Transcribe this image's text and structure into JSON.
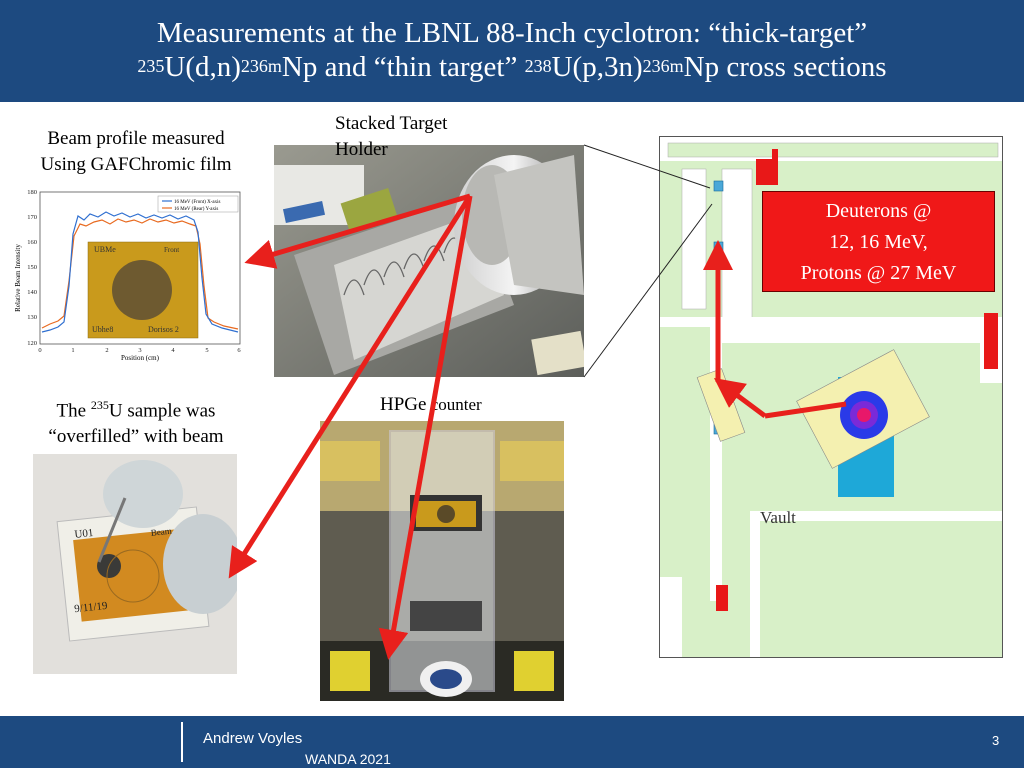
{
  "slide": {
    "title_line1": "Measurements at the LBNL 88-Inch cyclotron: “thick-target”",
    "title_l2_a": "235",
    "title_l2_b": "U(d,n)",
    "title_l2_c": "236m",
    "title_l2_d": "Np and “thin target” ",
    "title_l2_e": "238",
    "title_l2_f": "U(p,3n)",
    "title_l2_g": "236m",
    "title_l2_h": "Np cross sections"
  },
  "captions": {
    "beam_profile_l1": "Beam profile measured",
    "beam_profile_l2": "Using GAFChromic film",
    "stacked_l1": "Stacked Target",
    "stacked_l2": "Holder",
    "sample_a": "The ",
    "sample_sup": "235",
    "sample_b": "U sample was",
    "sample_l2": "“overfilled” with beam",
    "hpge_a": "HPGe",
    "hpge_b": " counter"
  },
  "callout": {
    "line1": "Deuterons @",
    "line2": "12, 16  MeV,",
    "line3": "Protons @ 27 MeV"
  },
  "chart": {
    "ylabel": "Relative Beam Intensity",
    "xlabel": "Position (cm)",
    "yticks": [
      "180",
      "170",
      "160",
      "150",
      "140",
      "130",
      "120"
    ],
    "xticks": [
      "0",
      "1",
      "2",
      "3",
      "4",
      "5",
      "6"
    ],
    "legend1": "16 MeV (Front) X-axis",
    "legend2": "16 MeV (Rear) Y-axis",
    "film_text1": "UBMe",
    "film_text2": "Front",
    "film_text3": "Ubhe8",
    "film_text4": "Dorisos 2"
  },
  "map": {
    "vault_label": "Vault"
  },
  "sample_photo": {
    "label1": "U01",
    "label2": "Beam",
    "date": "9/11/19"
  },
  "footer": {
    "author": "Andrew Voyles",
    "event": "WANDA 2021",
    "page": "3"
  },
  "colors": {
    "header_bg": "#1d4a80",
    "arrow": "#e8201c",
    "callout_bg": "#f01818",
    "map_green": "#d8f0c8"
  }
}
